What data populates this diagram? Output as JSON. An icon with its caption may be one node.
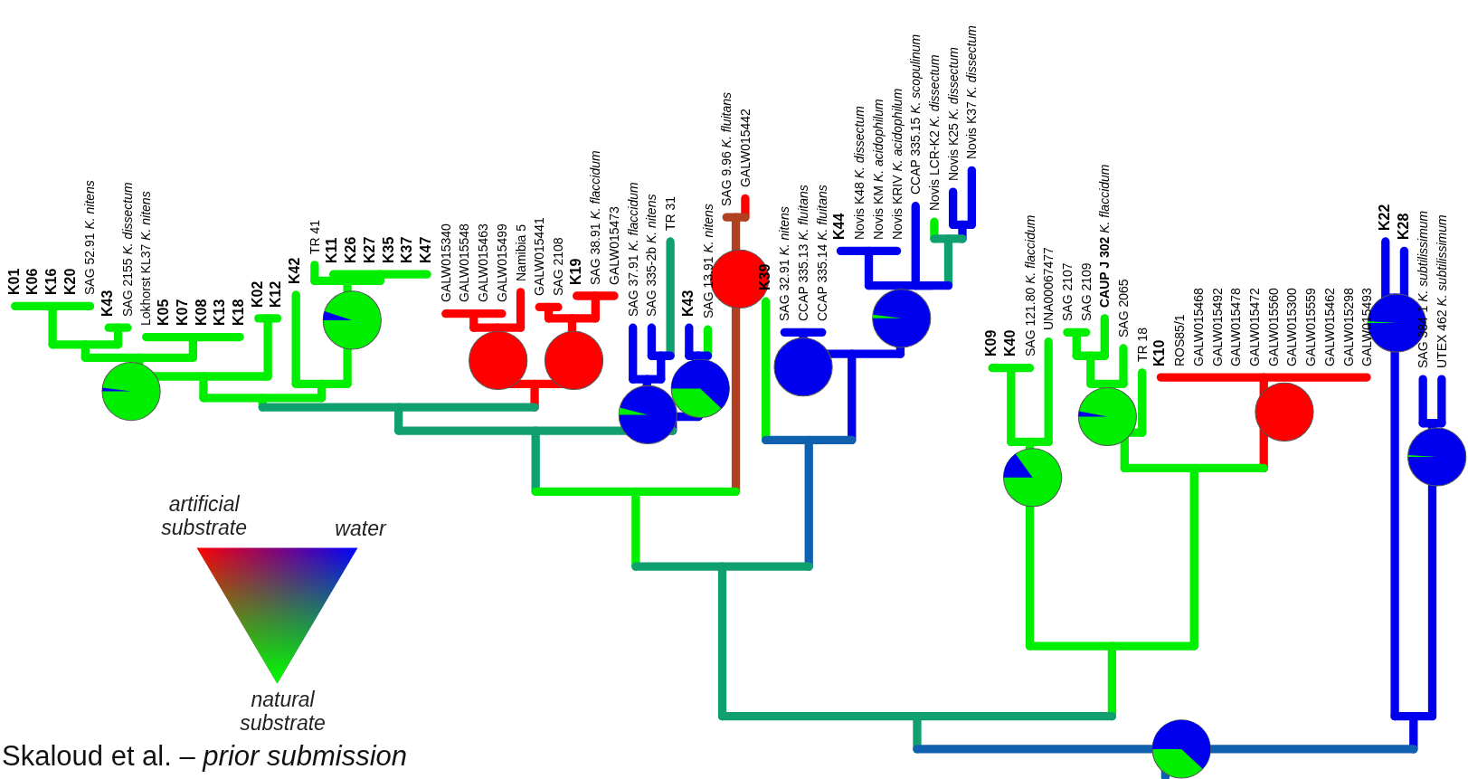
{
  "diagram": {
    "caption": "Skaloud et al. – *prior submission*",
    "labels": [
      "K01",
      "K06",
      "K16",
      "K20",
      "SAG 52.91 *K. nitens*",
      "K43",
      "SAG 2155 *K. dissectum*",
      "Lokhorst KL37 *K. nitens*",
      "K05",
      "K07",
      "K08",
      "K13",
      "K18",
      "K02",
      "K12",
      "K42",
      "TR 41",
      "K11",
      "K26",
      "K27",
      "K35",
      "K37",
      "K47",
      "GALW015340",
      "GALW015548",
      "GALW015463",
      "GALW015499",
      "Namibia 5",
      "GALW015441",
      "SAG 2108",
      "K19",
      "SAG 38.91 *K. flaccidum*",
      "GALW015473",
      "SAG 37.91 *K. flaccidum*",
      "SAG 335-2b *K. nitens*",
      "TR 31",
      "K43",
      "SAG 13.91 *K. nitens*",
      "SAG 9.96 *K. fluitans*",
      "GALW015442",
      "K39",
      "SAG 32.91 *K. nitens*",
      "CCAP 335.13 *K. fluitans*",
      "CCAP 335.14 *K. fluitans*",
      "K44",
      "Novis K48 *K. dissectum*",
      "Novis KM *K. acidophilum*",
      "Novis KRIV *K. acidophilum*",
      "CCAP 335.15 *K. scopulinum*",
      "Novis LCR-K2 *K. dissectum*",
      "Novis K25 *K. dissectum*",
      "Novis K37 *K. dissectum*",
      "K09",
      "K40",
      "SAG 121.80 *K. flaccidum*",
      "UNA00067477",
      "SAG 2107",
      "SAG 2109",
      "**CAUP J 302** *K. flaccidum*",
      "SAG 2065",
      "TR 18",
      "K10",
      "ROS85/1",
      "GALW015468",
      "GALW015492",
      "GALW015478",
      "GALW015472",
      "GALW015560",
      "GALW015300",
      "GALW015559",
      "GALW015462",
      "GALW015298",
      "GALW015493",
      "K22",
      "K28",
      "SAG 384-1 *K. subtilissimum*",
      "UTEX 462 *K. subtilissimum*",
      "artificial substrate",
      "water",
      "natural substrate"
    ]
  }
}
